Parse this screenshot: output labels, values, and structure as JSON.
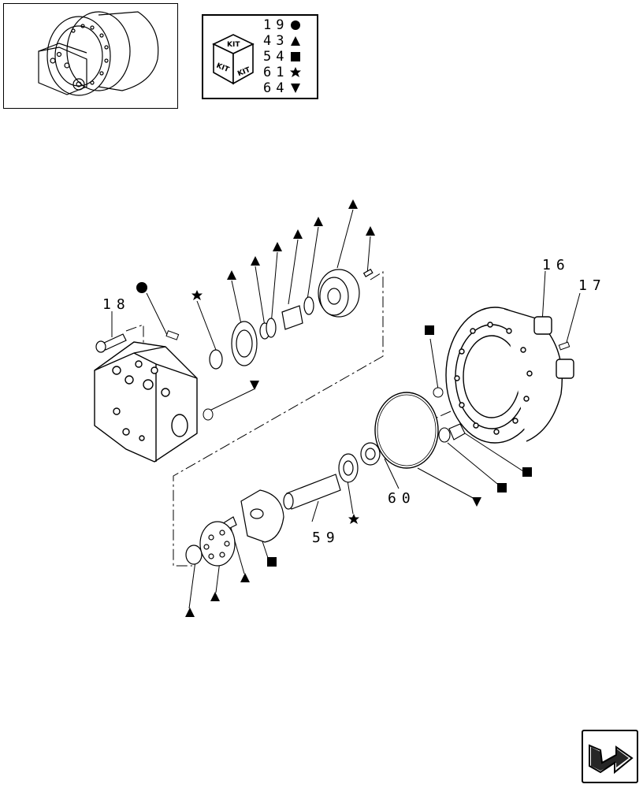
{
  "kit_legend": {
    "rows": [
      {
        "code": "19",
        "symbol": "circle"
      },
      {
        "code": "43",
        "symbol": "triangle-up"
      },
      {
        "code": "54",
        "symbol": "square"
      },
      {
        "code": "61",
        "symbol": "star"
      },
      {
        "code": "64",
        "symbol": "triangle-down"
      }
    ],
    "cube_label": "KIT"
  },
  "callouts": {
    "p16": "16",
    "p17": "17",
    "p18": "18",
    "p59": "59",
    "p60": "60"
  },
  "icons": {
    "thumbnail": "hydraulic-motor-thumbnail",
    "navigation": "return-arrow-icon"
  }
}
